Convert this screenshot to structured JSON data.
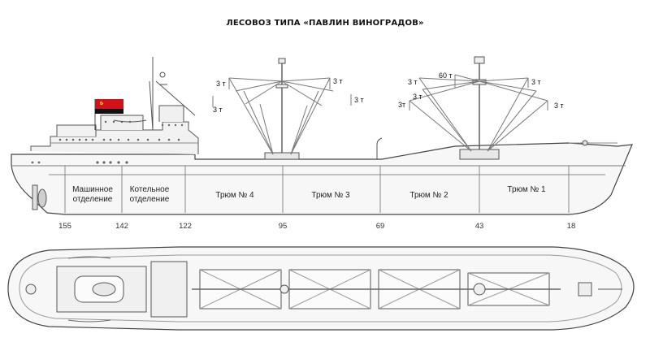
{
  "title": "ЛЕСОВОЗ ТИПА «ПАВЛИН ВИНОГРАДОВ»",
  "compartments": [
    {
      "line1": "Машинное",
      "line2": "отделение"
    },
    {
      "line1": "Котельное",
      "line2": "отделение"
    },
    {
      "line1": "Трюм № 4",
      "line2": ""
    },
    {
      "line1": "Трюм № 3",
      "line2": ""
    },
    {
      "line1": "Трюм № 2",
      "line2": ""
    },
    {
      "line1": "Трюм № 1",
      "line2": ""
    }
  ],
  "frames": [
    "155",
    "142",
    "122",
    "95",
    "69",
    "43",
    "18"
  ],
  "loads": [
    "3 т",
    "3 т",
    "3 т",
    "3 т",
    "3 т",
    "60 т",
    "3 т",
    "3т",
    "3 т",
    "3 т"
  ],
  "colors": {
    "line": "#444444",
    "hull": "#f4f4f4",
    "flag_red": "#d4101a",
    "flag_black": "#111111",
    "sickle": "#e8c020"
  }
}
